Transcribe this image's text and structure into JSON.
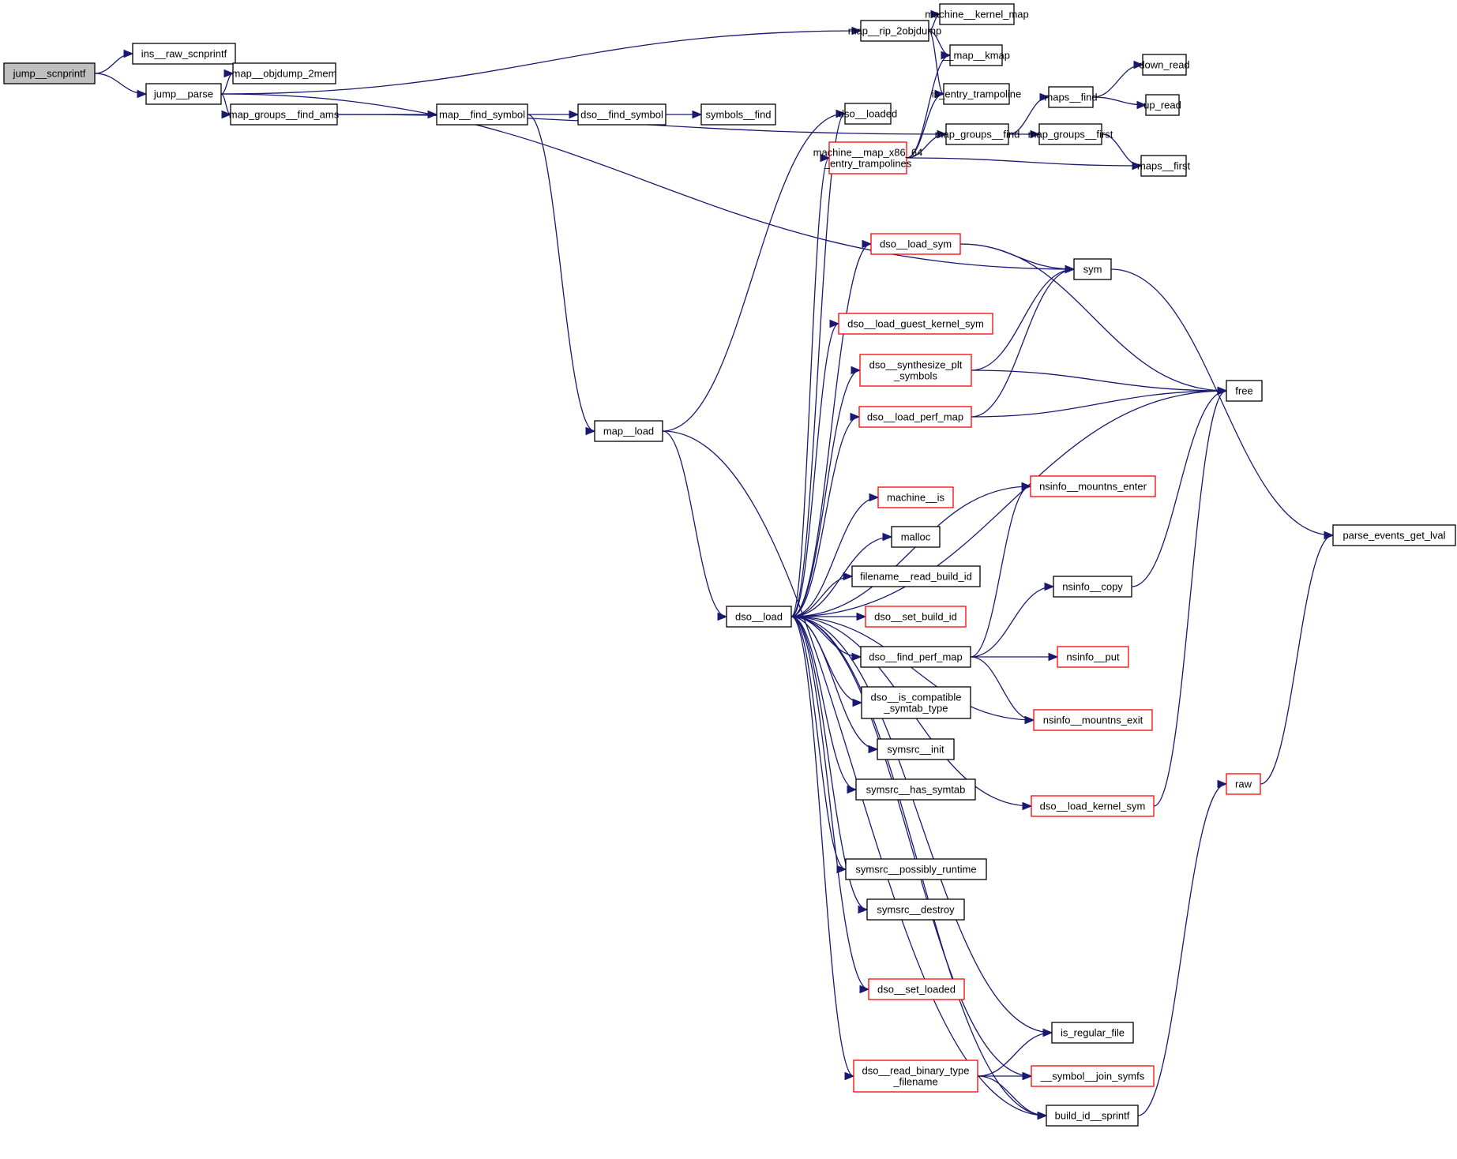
{
  "graph": {
    "title": "Call graph of jump__scnprintf",
    "colors": {
      "edge": "#191970",
      "node_border": "#000000",
      "node_border_truncated": "#ff0000",
      "root_fill": "#bfbfbf",
      "node_fill": "#ffffff"
    },
    "nodes": [
      {
        "id": "jump__scnprintf",
        "lines": [
          "jump__scnprintf"
        ],
        "kind": "root"
      },
      {
        "id": "ins__raw_scnprintf",
        "lines": [
          "ins__raw_scnprintf"
        ],
        "kind": "normal"
      },
      {
        "id": "jump__parse",
        "lines": [
          "jump__parse"
        ],
        "kind": "normal"
      },
      {
        "id": "map__objdump_2mem",
        "lines": [
          "map__objdump_2mem"
        ],
        "kind": "normal"
      },
      {
        "id": "map_groups__find_ams",
        "lines": [
          "map_groups__find_ams"
        ],
        "kind": "normal"
      },
      {
        "id": "map__find_symbol",
        "lines": [
          "map__find_symbol"
        ],
        "kind": "normal"
      },
      {
        "id": "dso__find_symbol",
        "lines": [
          "dso__find_symbol"
        ],
        "kind": "normal"
      },
      {
        "id": "symbols__find",
        "lines": [
          "symbols__find"
        ],
        "kind": "normal"
      },
      {
        "id": "map__rip_2objdump",
        "lines": [
          "map__rip_2objdump"
        ],
        "kind": "normal"
      },
      {
        "id": "machine__kernel_map",
        "lines": [
          "machine__kernel_map"
        ],
        "kind": "normal"
      },
      {
        "id": "__map__kmap",
        "lines": [
          "__map__kmap"
        ],
        "kind": "normal"
      },
      {
        "id": "is_entry_trampoline",
        "lines": [
          "is_entry_trampoline"
        ],
        "kind": "normal"
      },
      {
        "id": "map_groups__find",
        "lines": [
          "map_groups__find"
        ],
        "kind": "normal"
      },
      {
        "id": "maps__find",
        "lines": [
          "maps__find"
        ],
        "kind": "normal"
      },
      {
        "id": "down_read",
        "lines": [
          "down_read"
        ],
        "kind": "normal"
      },
      {
        "id": "up_read",
        "lines": [
          "up_read"
        ],
        "kind": "normal"
      },
      {
        "id": "map_groups__first",
        "lines": [
          "map_groups__first"
        ],
        "kind": "normal"
      },
      {
        "id": "maps__first",
        "lines": [
          "maps__first"
        ],
        "kind": "normal"
      },
      {
        "id": "dso__loaded",
        "lines": [
          "dso__loaded"
        ],
        "kind": "normal"
      },
      {
        "id": "machine__map_x86_64_entry_trampolines",
        "lines": [
          "machine__map_x86_64",
          "_entry_trampolines"
        ],
        "kind": "ext"
      },
      {
        "id": "dso__load_sym",
        "lines": [
          "dso__load_sym"
        ],
        "kind": "ext"
      },
      {
        "id": "sym",
        "lines": [
          "sym"
        ],
        "kind": "normal"
      },
      {
        "id": "dso__load_guest_kernel_sym",
        "lines": [
          "dso__load_guest_kernel_sym"
        ],
        "kind": "ext"
      },
      {
        "id": "dso__synthesize_plt_symbols",
        "lines": [
          "dso__synthesize_plt",
          "_symbols"
        ],
        "kind": "ext"
      },
      {
        "id": "dso__load_perf_map",
        "lines": [
          "dso__load_perf_map"
        ],
        "kind": "ext"
      },
      {
        "id": "free",
        "lines": [
          "free"
        ],
        "kind": "normal"
      },
      {
        "id": "map__load",
        "lines": [
          "map__load"
        ],
        "kind": "normal"
      },
      {
        "id": "nsinfo__mountns_enter",
        "lines": [
          "nsinfo__mountns_enter"
        ],
        "kind": "ext"
      },
      {
        "id": "machine__is",
        "lines": [
          "machine__is"
        ],
        "kind": "ext"
      },
      {
        "id": "malloc",
        "lines": [
          "malloc"
        ],
        "kind": "normal"
      },
      {
        "id": "parse_events_get_lval",
        "lines": [
          "parse_events_get_lval"
        ],
        "kind": "normal"
      },
      {
        "id": "filename__read_build_id",
        "lines": [
          "filename__read_build_id"
        ],
        "kind": "normal"
      },
      {
        "id": "nsinfo__copy",
        "lines": [
          "nsinfo__copy"
        ],
        "kind": "normal"
      },
      {
        "id": "dso__load",
        "lines": [
          "dso__load"
        ],
        "kind": "normal"
      },
      {
        "id": "dso__set_build_id",
        "lines": [
          "dso__set_build_id"
        ],
        "kind": "ext"
      },
      {
        "id": "dso__find_perf_map",
        "lines": [
          "dso__find_perf_map"
        ],
        "kind": "normal"
      },
      {
        "id": "nsinfo__put",
        "lines": [
          "nsinfo__put"
        ],
        "kind": "ext"
      },
      {
        "id": "dso__is_compatible_symtab_type",
        "lines": [
          "dso__is_compatible",
          "_symtab_type"
        ],
        "kind": "normal"
      },
      {
        "id": "nsinfo__mountns_exit",
        "lines": [
          "nsinfo__mountns_exit"
        ],
        "kind": "ext"
      },
      {
        "id": "symsrc__init",
        "lines": [
          "symsrc__init"
        ],
        "kind": "normal"
      },
      {
        "id": "symsrc__has_symtab",
        "lines": [
          "symsrc__has_symtab"
        ],
        "kind": "normal"
      },
      {
        "id": "raw",
        "lines": [
          "raw"
        ],
        "kind": "ext"
      },
      {
        "id": "dso__load_kernel_sym",
        "lines": [
          "dso__load_kernel_sym"
        ],
        "kind": "ext"
      },
      {
        "id": "symsrc__possibly_runtime",
        "lines": [
          "symsrc__possibly_runtime"
        ],
        "kind": "normal"
      },
      {
        "id": "symsrc__destroy",
        "lines": [
          "symsrc__destroy"
        ],
        "kind": "normal"
      },
      {
        "id": "dso__set_loaded",
        "lines": [
          "dso__set_loaded"
        ],
        "kind": "ext"
      },
      {
        "id": "is_regular_file",
        "lines": [
          "is_regular_file"
        ],
        "kind": "normal"
      },
      {
        "id": "dso__read_binary_type_filename",
        "lines": [
          "dso__read_binary_type",
          "_filename"
        ],
        "kind": "ext"
      },
      {
        "id": "__symbol__join_symfs",
        "lines": [
          "__symbol__join_symfs"
        ],
        "kind": "ext"
      },
      {
        "id": "build_id__sprintf",
        "lines": [
          "build_id__sprintf"
        ],
        "kind": "normal"
      }
    ],
    "edges": [
      [
        "jump__scnprintf",
        "ins__raw_scnprintf"
      ],
      [
        "jump__scnprintf",
        "jump__parse"
      ],
      [
        "jump__parse",
        "map__rip_2objdump"
      ],
      [
        "jump__parse",
        "map__objdump_2mem"
      ],
      [
        "jump__parse",
        "map_groups__find_ams"
      ],
      [
        "jump__parse",
        "sym"
      ],
      [
        "map_groups__find_ams",
        "map__find_symbol"
      ],
      [
        "map_groups__find_ams",
        "map_groups__find"
      ],
      [
        "map__find_symbol",
        "dso__find_symbol"
      ],
      [
        "map__find_symbol",
        "map__load"
      ],
      [
        "dso__find_symbol",
        "symbols__find"
      ],
      [
        "map__rip_2objdump",
        "machine__kernel_map"
      ],
      [
        "map__rip_2objdump",
        "__map__kmap"
      ],
      [
        "map__rip_2objdump",
        "is_entry_trampoline"
      ],
      [
        "map_groups__find",
        "maps__find"
      ],
      [
        "map_groups__find",
        "map_groups__first"
      ],
      [
        "maps__find",
        "down_read"
      ],
      [
        "maps__find",
        "up_read"
      ],
      [
        "map_groups__first",
        "maps__first"
      ],
      [
        "machine__map_x86_64_entry_trampolines",
        "__map__kmap"
      ],
      [
        "machine__map_x86_64_entry_trampolines",
        "is_entry_trampoline"
      ],
      [
        "machine__map_x86_64_entry_trampolines",
        "map_groups__find"
      ],
      [
        "machine__map_x86_64_entry_trampolines",
        "maps__first"
      ],
      [
        "map__load",
        "dso__loaded"
      ],
      [
        "map__load",
        "dso__load"
      ],
      [
        "map__load",
        "build_id__sprintf"
      ],
      [
        "dso__load",
        "dso__loaded"
      ],
      [
        "dso__load",
        "machine__map_x86_64_entry_trampolines"
      ],
      [
        "dso__load",
        "dso__load_sym"
      ],
      [
        "dso__load",
        "free"
      ],
      [
        "dso__load",
        "dso__load_guest_kernel_sym"
      ],
      [
        "dso__load",
        "dso__synthesize_plt_symbols"
      ],
      [
        "dso__load",
        "dso__load_perf_map"
      ],
      [
        "dso__load",
        "nsinfo__mountns_enter"
      ],
      [
        "dso__load",
        "machine__is"
      ],
      [
        "dso__load",
        "malloc"
      ],
      [
        "dso__load",
        "filename__read_build_id"
      ],
      [
        "dso__load",
        "dso__set_build_id"
      ],
      [
        "dso__load",
        "dso__find_perf_map"
      ],
      [
        "dso__load",
        "dso__is_compatible_symtab_type"
      ],
      [
        "dso__load",
        "symsrc__init"
      ],
      [
        "dso__load",
        "symsrc__has_symtab"
      ],
      [
        "dso__load",
        "dso__load_kernel_sym"
      ],
      [
        "dso__load",
        "symsrc__possibly_runtime"
      ],
      [
        "dso__load",
        "symsrc__destroy"
      ],
      [
        "dso__load",
        "nsinfo__mountns_exit"
      ],
      [
        "dso__load",
        "dso__set_loaded"
      ],
      [
        "dso__load",
        "is_regular_file"
      ],
      [
        "dso__load",
        "dso__read_binary_type_filename"
      ],
      [
        "dso__load",
        "__symbol__join_symfs"
      ],
      [
        "dso__load",
        "build_id__sprintf"
      ],
      [
        "dso__load_sym",
        "sym"
      ],
      [
        "dso__load_sym",
        "free"
      ],
      [
        "dso__synthesize_plt_symbols",
        "sym"
      ],
      [
        "dso__synthesize_plt_symbols",
        "free"
      ],
      [
        "dso__load_perf_map",
        "sym"
      ],
      [
        "dso__load_perf_map",
        "free"
      ],
      [
        "sym",
        "parse_events_get_lval"
      ],
      [
        "nsinfo__copy",
        "free"
      ],
      [
        "dso__find_perf_map",
        "nsinfo__mountns_enter"
      ],
      [
        "dso__find_perf_map",
        "nsinfo__copy"
      ],
      [
        "dso__find_perf_map",
        "nsinfo__put"
      ],
      [
        "dso__find_perf_map",
        "nsinfo__mountns_exit"
      ],
      [
        "dso__load_kernel_sym",
        "free"
      ],
      [
        "raw",
        "parse_events_get_lval"
      ],
      [
        "build_id__sprintf",
        "raw"
      ],
      [
        "dso__read_binary_type_filename",
        "is_regular_file"
      ],
      [
        "dso__read_binary_type_filename",
        "__symbol__join_symfs"
      ],
      [
        "dso__read_binary_type_filename",
        "build_id__sprintf"
      ]
    ]
  }
}
